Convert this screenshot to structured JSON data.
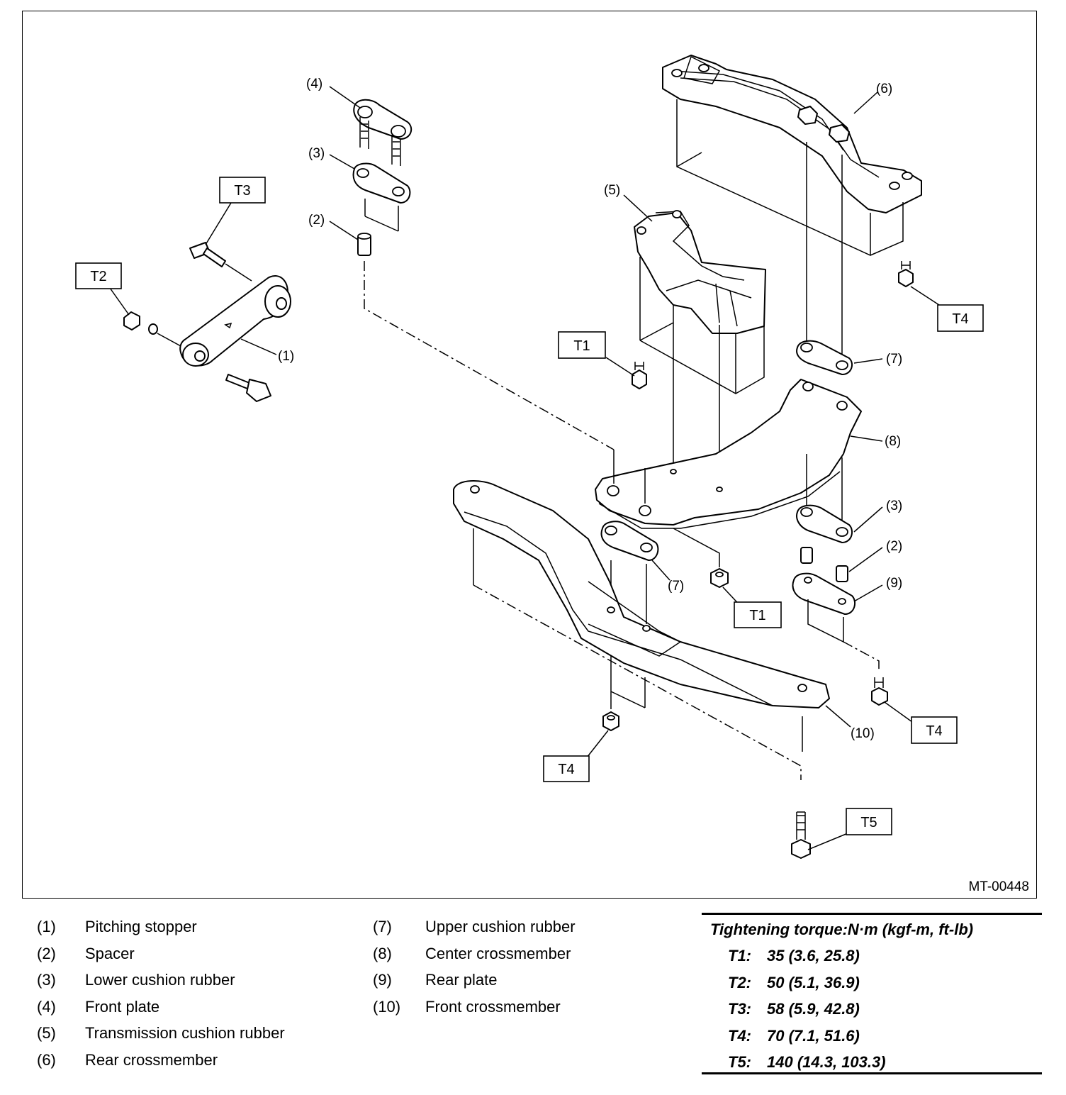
{
  "figure_id": "MT-00448",
  "callouts": {
    "c1": "(1)",
    "c2a": "(2)",
    "c2b": "(2)",
    "c3a": "(3)",
    "c3b": "(3)",
    "c4": "(4)",
    "c5": "(5)",
    "c6": "(6)",
    "c7a": "(7)",
    "c7b": "(7)",
    "c8": "(8)",
    "c9": "(9)",
    "c10": "(10)"
  },
  "torque_boxes": {
    "t1a": "T1",
    "t1b": "T1",
    "t2": "T2",
    "t3": "T3",
    "t4a": "T4",
    "t4b": "T4",
    "t4c": "T4",
    "t5": "T5"
  },
  "legend": [
    {
      "num": "(1)",
      "name": "Pitching stopper"
    },
    {
      "num": "(2)",
      "name": "Spacer"
    },
    {
      "num": "(3)",
      "name": "Lower cushion rubber"
    },
    {
      "num": "(4)",
      "name": "Front plate"
    },
    {
      "num": "(5)",
      "name": "Transmission cushion rubber"
    },
    {
      "num": "(6)",
      "name": "Rear crossmember"
    },
    {
      "num": "(7)",
      "name": "Upper cushion rubber"
    },
    {
      "num": "(8)",
      "name": "Center crossmember"
    },
    {
      "num": "(9)",
      "name": "Rear plate"
    },
    {
      "num": "(10)",
      "name": "Front crossmember"
    }
  ],
  "torque_table": {
    "title": "Tightening torque:N·m (kgf-m, ft-lb)",
    "rows": [
      {
        "key": "T1:",
        "value": "35 (3.6, 25.8)"
      },
      {
        "key": "T2:",
        "value": "50 (5.1, 36.9)"
      },
      {
        "key": "T3:",
        "value": "58 (5.9, 42.8)"
      },
      {
        "key": "T4:",
        "value": "70 (7.1, 51.6)"
      },
      {
        "key": "T5:",
        "value": "140 (14.3, 103.3)"
      }
    ]
  }
}
